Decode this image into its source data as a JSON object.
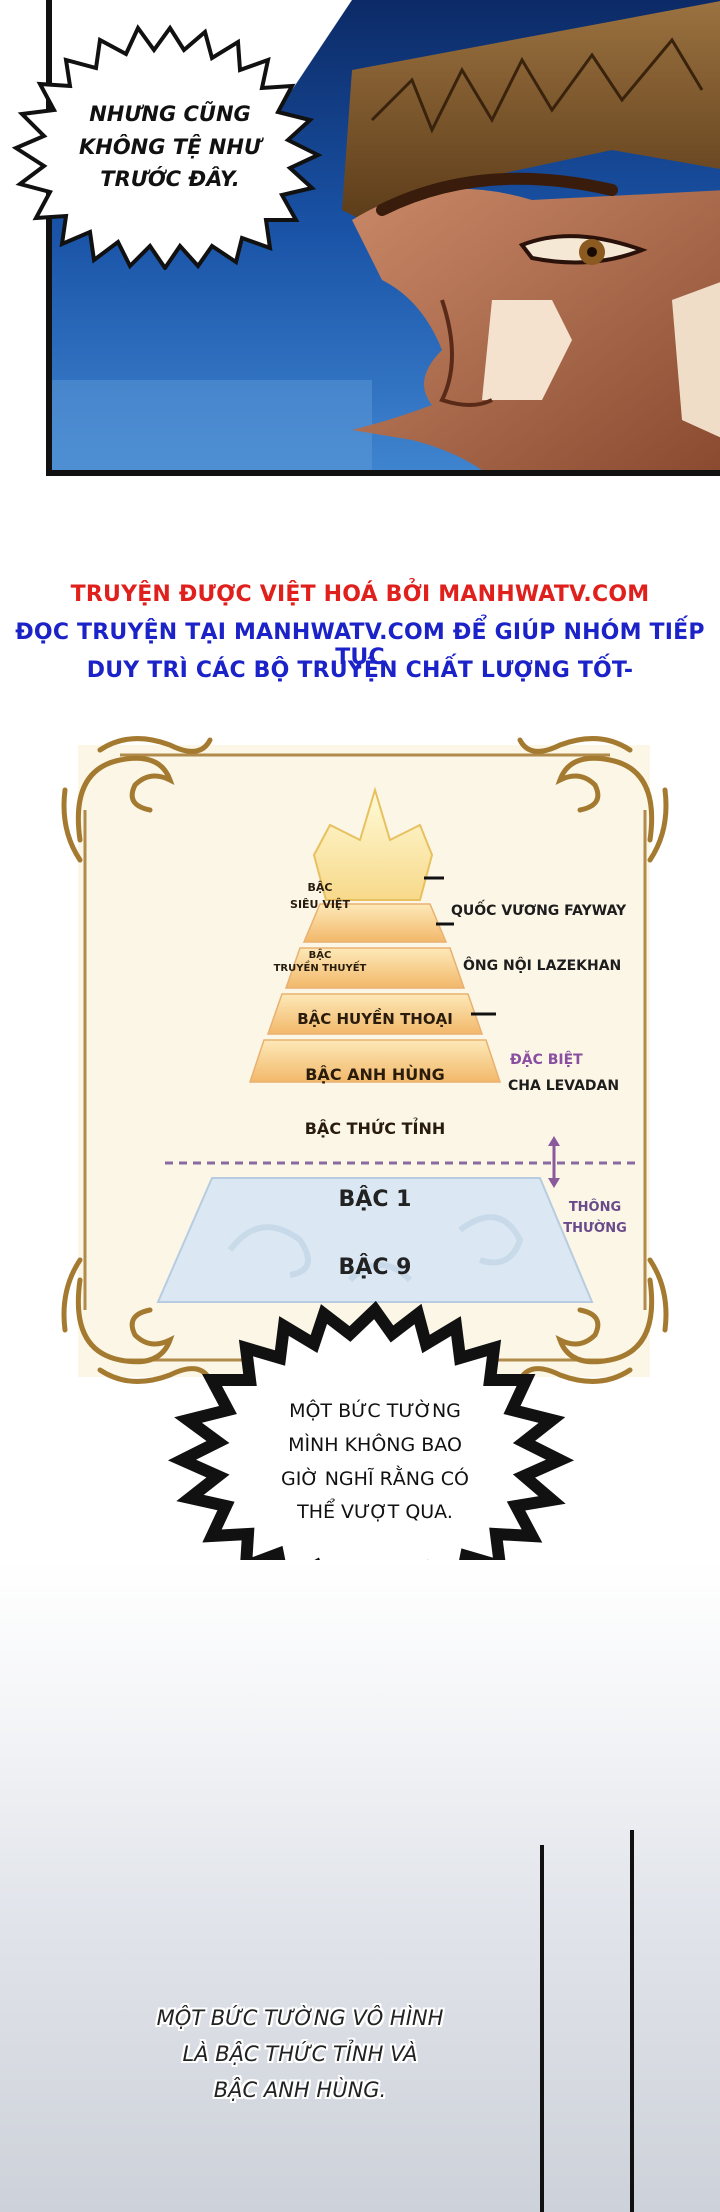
{
  "top_panel": {
    "speech": [
      "NHƯNG CŨNG",
      "KHÔNG TỆ NHƯ",
      "TRƯỚC ĐÂY."
    ]
  },
  "credits": {
    "line1": "TRUYỆN ĐƯỢC VIỆT HOÁ BỞI MANHWATV.COM",
    "line2": "ĐỌC TRUYỆN TẠI MANHWATV.COM ĐỂ GIÚP NHÓM TIẾP TỤC",
    "line3": "DUY TRÌ CÁC BỘ TRUYỆN CHẤT LƯỢNG TỐT-"
  },
  "tier_chart": {
    "tiers": [
      {
        "label_top": "BẬC",
        "label_bottom": "SIÊU VIỆT",
        "character": "QUỐC VƯƠNG FAYWAY"
      },
      {
        "label_top": "BẬC",
        "label_bottom": "TRUYỀN THUYẾT",
        "character": "ÔNG NỘI LAZEKHAN"
      },
      {
        "label": "BẬC HUYỀN THOẠI"
      },
      {
        "label": "BẬC ANH HÙNG",
        "character_top": "ĐẶC BIỆT",
        "character_bottom": "CHA LEVADAN"
      },
      {
        "label": "BẬC THỨC TỈNH"
      }
    ],
    "base": {
      "top_label": "BẬC 1",
      "bottom_label": "BẬC 9",
      "side_top": "THÔNG",
      "side_bottom": "THƯỜNG"
    },
    "colors": {
      "gold_light": "#fdf2a8",
      "gold_dark": "#f0b860",
      "base_fill": "#dbe8f3",
      "special_text": "#8a4fa0",
      "normal_text": "#6a4a8a"
    }
  },
  "middle_bubble": {
    "speech": [
      "MỘT BỨC TƯỜNG",
      "MÌNH KHÔNG BAO",
      "GIỜ NGHĨ RẰNG CÓ",
      "THỂ VƯỢT QUA."
    ]
  },
  "caption": {
    "lines": [
      "MỘT BỨC TƯỜNG VÔ HÌNH",
      "LÀ BẬC THỨC TỈNH VÀ",
      "BẬC ANH HÙNG."
    ]
  }
}
